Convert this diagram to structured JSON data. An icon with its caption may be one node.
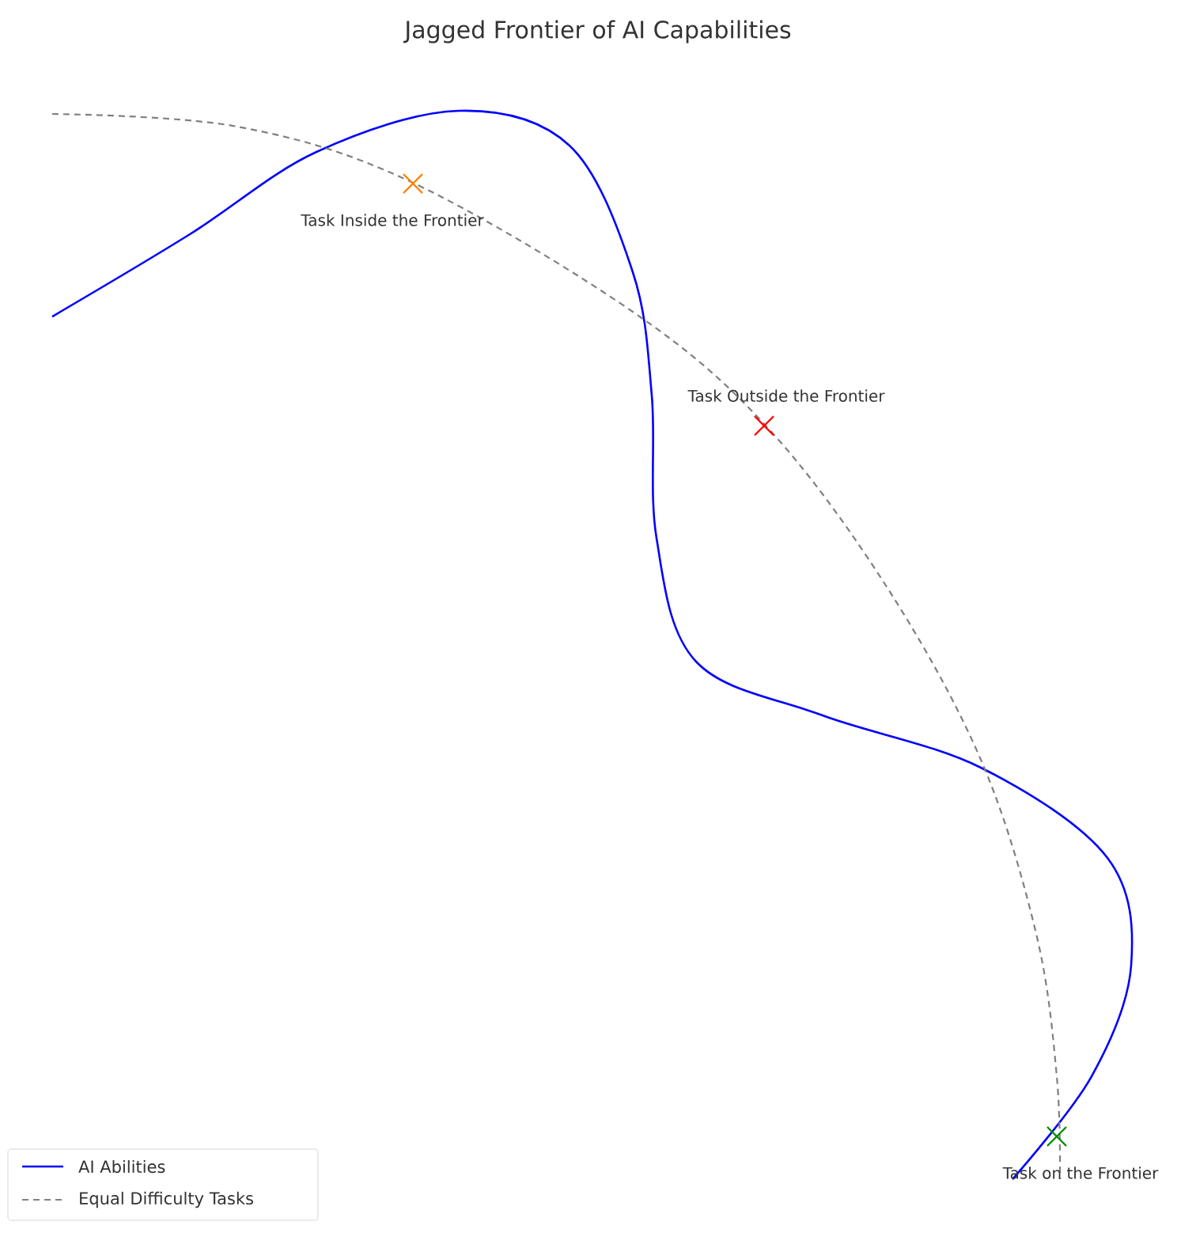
{
  "diagram": {
    "title": "Jagged Frontier of AI Capabilities",
    "labels": [
      "Task Inside the Frontier",
      "Task Outside the Frontier",
      "Task on the Frontier"
    ],
    "legend": [
      {
        "text": "AI Abilities"
      },
      {
        "text": "Equal Difficulty Tasks"
      }
    ]
  }
}
